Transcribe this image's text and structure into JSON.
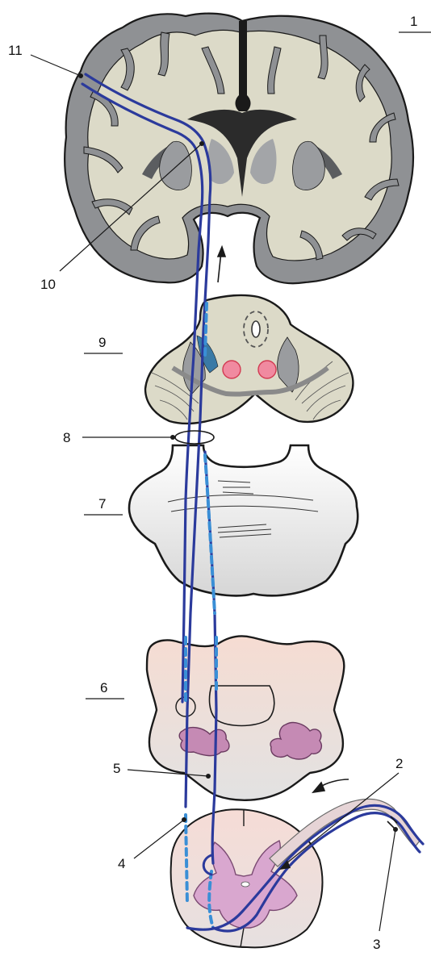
{
  "labels": {
    "l1": "1",
    "l2": "2",
    "l3": "3",
    "l4": "4",
    "l5": "5",
    "l6": "6",
    "l7": "7",
    "l8": "8",
    "l9": "9",
    "l10": "10",
    "l11": "11"
  },
  "colors": {
    "cortex_gray": "#9a9c9f",
    "white_matter": "#dcdac8",
    "midbrain_fill": "#d9d8c6",
    "pons_fill": "#ededed",
    "medulla_fill": "#f3d9d3",
    "cord_fill": "#f2dcd8",
    "gray_matter_pink": "#d9a7cf",
    "nucleus_red": "#f08aa0",
    "tract_blue": "#2b3a9c",
    "dashed_blue": "#3a8fd6",
    "highlight_teal": "#3a7aa6"
  }
}
